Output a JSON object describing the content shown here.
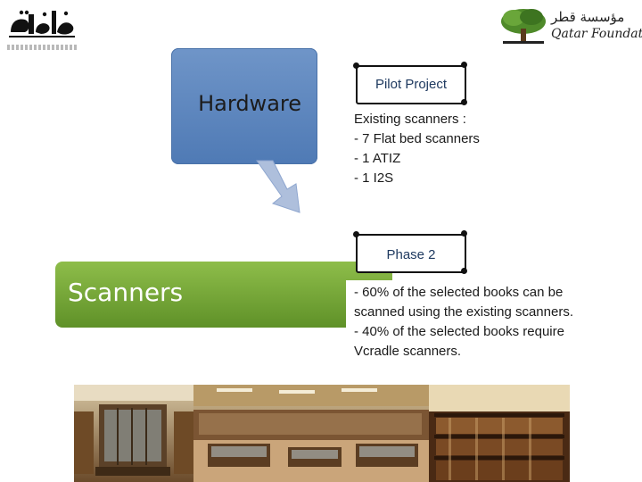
{
  "logos": {
    "left_name": "Thaqafa logo",
    "right_arabic": "مؤسسة قطر",
    "right_english": "Qatar Foundation"
  },
  "diagram": {
    "hardware": "Hardware",
    "scanners": "Scanners",
    "pilot_tag": "Pilot Project",
    "pilot_lines": [
      "Existing scanners :",
      "- 7 Flat bed scanners",
      "- 1 ATIZ",
      "- 1 I2S"
    ],
    "phase2_tag": "Phase 2",
    "phase2_lines": [
      "- 60% of the selected books can be",
      "scanned using the existing scanners.",
      "- 40% of the selected books require",
      "Vcradle scanners."
    ]
  },
  "colors": {
    "hardware_box": "#5a83bd",
    "scanners_box": "#76a83a",
    "arrow": "#aebfdc"
  },
  "icons": {
    "flow_arrow": "arrow-down-right-icon"
  }
}
